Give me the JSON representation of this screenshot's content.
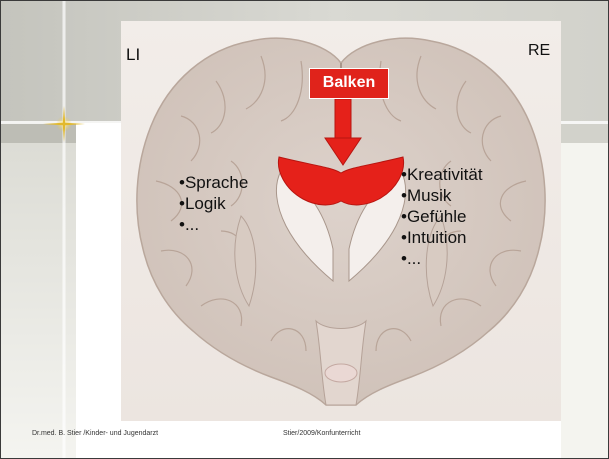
{
  "slide": {
    "label_left": "LI",
    "label_right": "RE",
    "callout": "Balken",
    "left_list": [
      "•Sprache",
      "•Logik",
      "•..."
    ],
    "right_list": [
      "•Kreativität",
      "•Musik",
      "•Gefühle",
      "•Intuition",
      "•..."
    ],
    "footer_left": "Dr.med. B. Stier /Kinder- und Jugendarzt",
    "footer_center": "Stier/2009/Konfunterricht"
  },
  "colors": {
    "accent_red": "#e0231b",
    "callout_red": "#e0231b",
    "sparkle": "#e8c33a"
  }
}
